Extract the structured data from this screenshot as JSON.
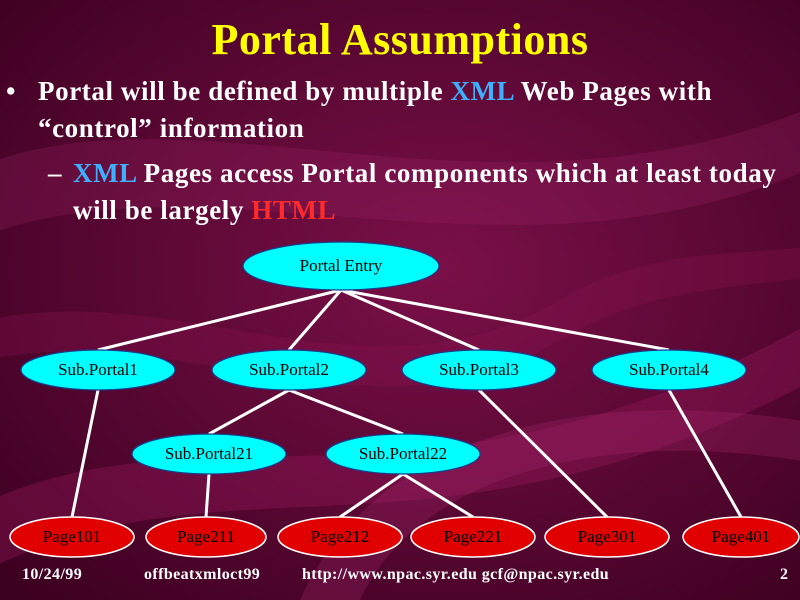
{
  "slide": {
    "title": "Portal Assumptions",
    "bullets": [
      {
        "marker": "•",
        "text_before": "Portal will be defined by multiple ",
        "highlight": "XML",
        "text_after": " Web Pages with “control” information"
      },
      {
        "marker": "–",
        "highlight": "XML",
        "text_middle": " Pages access Portal components which at least today will be largely ",
        "highlight2": "HTML"
      }
    ],
    "colors": {
      "title": "#ffff00",
      "text": "#ffffff",
      "highlight_blue": "#3fb0ff",
      "highlight_red": "#ff2a2a",
      "node_cyan": "#00ffff",
      "node_red": "#e00000",
      "background": "#4a0024"
    }
  },
  "tree": {
    "nodes": [
      {
        "id": "entry",
        "label": "Portal Entry",
        "style": "cyan"
      },
      {
        "id": "sp1",
        "label": "Sub.Portal1",
        "style": "cyan"
      },
      {
        "id": "sp2",
        "label": "Sub.Portal2",
        "style": "cyan"
      },
      {
        "id": "sp3",
        "label": "Sub.Portal3",
        "style": "cyan"
      },
      {
        "id": "sp4",
        "label": "Sub.Portal4",
        "style": "cyan"
      },
      {
        "id": "sp21",
        "label": "Sub.Portal21",
        "style": "cyan"
      },
      {
        "id": "sp22",
        "label": "Sub.Portal22",
        "style": "cyan"
      },
      {
        "id": "p101",
        "label": "Page101",
        "style": "red"
      },
      {
        "id": "p211",
        "label": "Page211",
        "style": "red"
      },
      {
        "id": "p212",
        "label": "Page212",
        "style": "red"
      },
      {
        "id": "p221",
        "label": "Page221",
        "style": "red"
      },
      {
        "id": "p301",
        "label": "Page301",
        "style": "red"
      },
      {
        "id": "p401",
        "label": "Page401",
        "style": "red"
      }
    ],
    "edges": [
      [
        "entry",
        "sp1"
      ],
      [
        "entry",
        "sp2"
      ],
      [
        "entry",
        "sp3"
      ],
      [
        "entry",
        "sp4"
      ],
      [
        "sp1",
        "p101"
      ],
      [
        "sp2",
        "sp21"
      ],
      [
        "sp2",
        "sp22"
      ],
      [
        "sp21",
        "p211"
      ],
      [
        "sp22",
        "p212"
      ],
      [
        "sp22",
        "p221"
      ],
      [
        "sp3",
        "p301"
      ],
      [
        "sp4",
        "p401"
      ]
    ]
  },
  "footer": {
    "date": "10/24/99",
    "filename": "offbeatxmloct99",
    "contact": "http://www.npac.syr.edu gcf@npac.syr.edu",
    "page_number": "2"
  }
}
